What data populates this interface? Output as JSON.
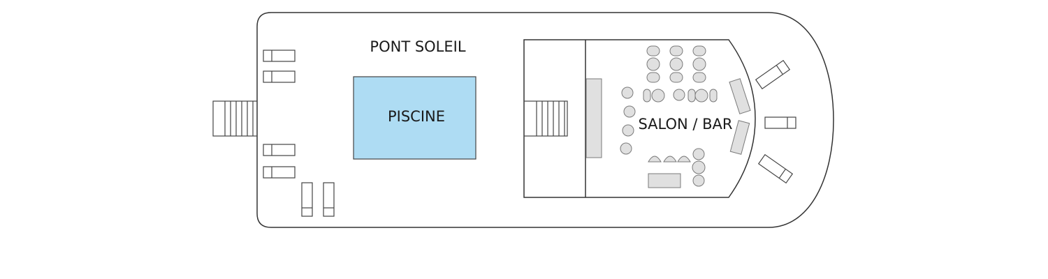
{
  "deck": {
    "title": "PONT SOLEIL",
    "pool_label": "PISCINE",
    "lounge_label": "SALON / BAR"
  },
  "colors": {
    "hull_outline": "#333333",
    "pool_fill": "#aedcf3",
    "furniture_fill": "#e0e0e0",
    "background": "#ffffff"
  },
  "icons": [
    "sun-lounger-icon",
    "stairs-icon",
    "bar-counter-icon",
    "seat-icon",
    "table-icon"
  ]
}
